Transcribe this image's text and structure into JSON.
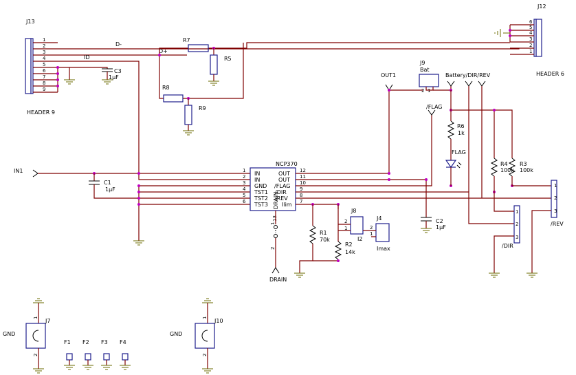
{
  "connectors": {
    "j13": {
      "ref": "J13",
      "name": "HEADER 9",
      "pins": [
        "1",
        "2",
        "3",
        "4",
        "5",
        "6",
        "7",
        "8",
        "9"
      ]
    },
    "j12": {
      "ref": "J12",
      "name": "HEADER 6",
      "pins": [
        "6",
        "5",
        "4",
        "3",
        "2",
        "1"
      ]
    },
    "j9": {
      "ref": "J9",
      "name": "Bat",
      "pins": [
        "2",
        "1"
      ]
    },
    "j8": {
      "ref": "J8",
      "name": "I2",
      "pins": [
        "2",
        "1"
      ]
    },
    "j4": {
      "ref": "J4",
      "name": "Imax",
      "pins": [
        "2",
        "1"
      ]
    },
    "rev": {
      "name": "/REV",
      "pins": [
        "1",
        "2",
        "3"
      ]
    },
    "dir": {
      "name": "/DIR",
      "pins": [
        "1",
        "2",
        "3"
      ]
    },
    "j7": {
      "ref": "J7",
      "name": "GND",
      "pins": [
        "1",
        "2"
      ]
    },
    "j10": {
      "ref": "J10",
      "name": "GND",
      "pins": [
        "1",
        "2"
      ]
    }
  },
  "nets": {
    "dminus": "D-",
    "dplus": "D+",
    "id": "ID",
    "out1": "OUT1",
    "bat_dir_rev": "Battery/DIR/REV",
    "flag": "/FLAG",
    "in1": "IN1",
    "drain": "DRAIN"
  },
  "ic": {
    "name": "NCP370",
    "left_pins": [
      {
        "num": "1",
        "name": "IN"
      },
      {
        "num": "2",
        "name": "IN"
      },
      {
        "num": "3",
        "name": "GND"
      },
      {
        "num": "4",
        "name": "TST1"
      },
      {
        "num": "5",
        "name": "TST2"
      },
      {
        "num": "6",
        "name": "TST3"
      }
    ],
    "right_pins": [
      {
        "num": "12",
        "name": "OUT"
      },
      {
        "num": "11",
        "name": "OUT"
      },
      {
        "num": "10",
        "name": "/FLAG"
      },
      {
        "num": "9",
        "name": "/DIR"
      },
      {
        "num": "8",
        "name": "/REV"
      },
      {
        "num": "7",
        "name": "Ilim"
      }
    ],
    "drain_name": "DRAIN",
    "drain_pin": "13"
  },
  "drain_jumper": {
    "pin_top": "1",
    "pin_bottom": "2"
  },
  "components": {
    "r7": {
      "ref": "R7"
    },
    "r5": {
      "ref": "R5"
    },
    "r8": {
      "ref": "R8"
    },
    "r9": {
      "ref": "R9"
    },
    "r6": {
      "ref": "R6",
      "value": "1k"
    },
    "led": {
      "ref": "FLAG"
    },
    "r4": {
      "ref": "R4",
      "value": "100k"
    },
    "r3": {
      "ref": "R3",
      "value": "100k"
    },
    "r1": {
      "ref": "R1",
      "value": "70k"
    },
    "r2": {
      "ref": "R2",
      "value": "14k"
    },
    "c1": {
      "ref": "C1",
      "value": "1µF"
    },
    "c2": {
      "ref": "C2",
      "value": "1µF"
    },
    "c3": {
      "ref": "C3",
      "value": "1µF"
    }
  },
  "fiducials": [
    "F1",
    "F2",
    "F3",
    "F4"
  ],
  "colors": {
    "wire": "#7f0000",
    "body": "#1e1e8c",
    "junction": "#c000c0",
    "ground": "#6b6b00"
  }
}
